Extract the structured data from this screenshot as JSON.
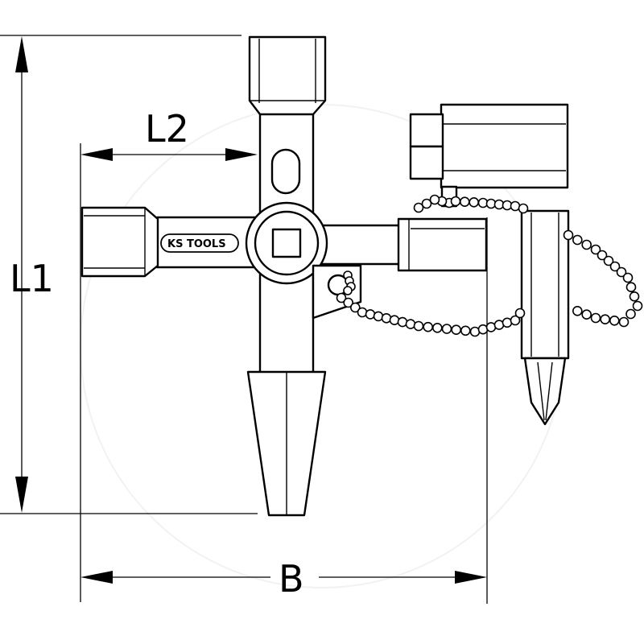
{
  "dimensions": {
    "l1_label": "L1",
    "l2_label": "L2",
    "b_label": "B"
  },
  "logo": {
    "brand": "KS TOOLS"
  },
  "colors": {
    "line": "#000000",
    "background": "#ffffff"
  }
}
